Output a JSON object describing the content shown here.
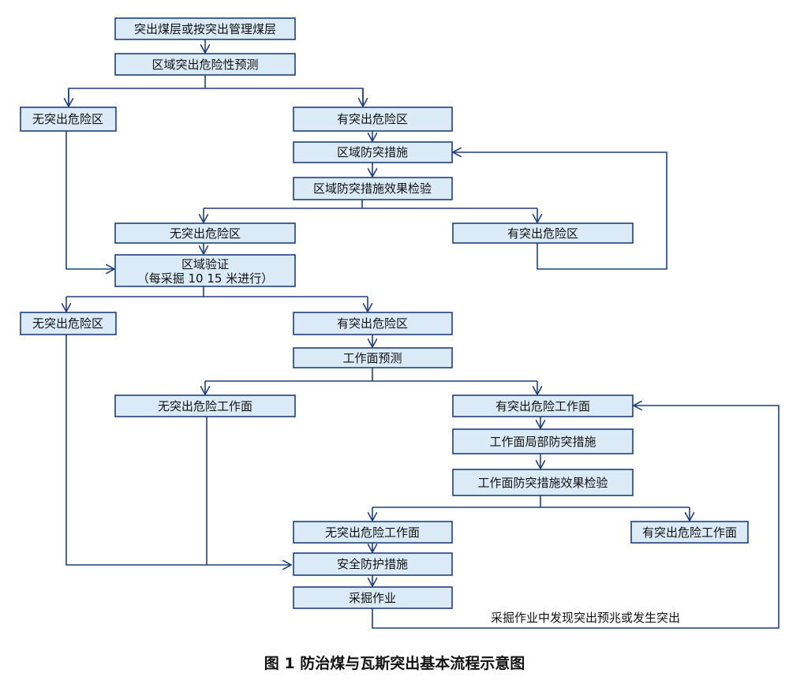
{
  "nodes": {
    "n1": "突出煤层或按突出管理煤层",
    "n2": "区域突出危险性预测",
    "n3": "无突出危险区",
    "n4": "有突出危险区",
    "n5": "区域防突措施",
    "n6": "区域防突措施效果检验",
    "n7": "无突出危险区",
    "n8": "有突出危险区",
    "n9_line1": "区域验证",
    "n9_line2": "（每采掘 10  15 米进行）",
    "n10": "无突出危险区",
    "n11": "有突出危险区",
    "n12": "工作面预测",
    "n13": "无突出危险工作面",
    "n14": "有突出危险工作面",
    "n15": "工作面局部防突措施",
    "n16": "工作面防突措施效果检验",
    "n17": "无突出危险工作面",
    "n18": "有突出危险工作面",
    "n19": "安全防护措施",
    "n20": "采掘作业"
  },
  "annotation": "采掘作业中发现突出预兆或发生突出",
  "caption": "图 1   防治煤与瓦斯突出基本流程示意图",
  "colors": {
    "box_fill": "#dbeaf7",
    "stroke": "#1f3f7a"
  }
}
